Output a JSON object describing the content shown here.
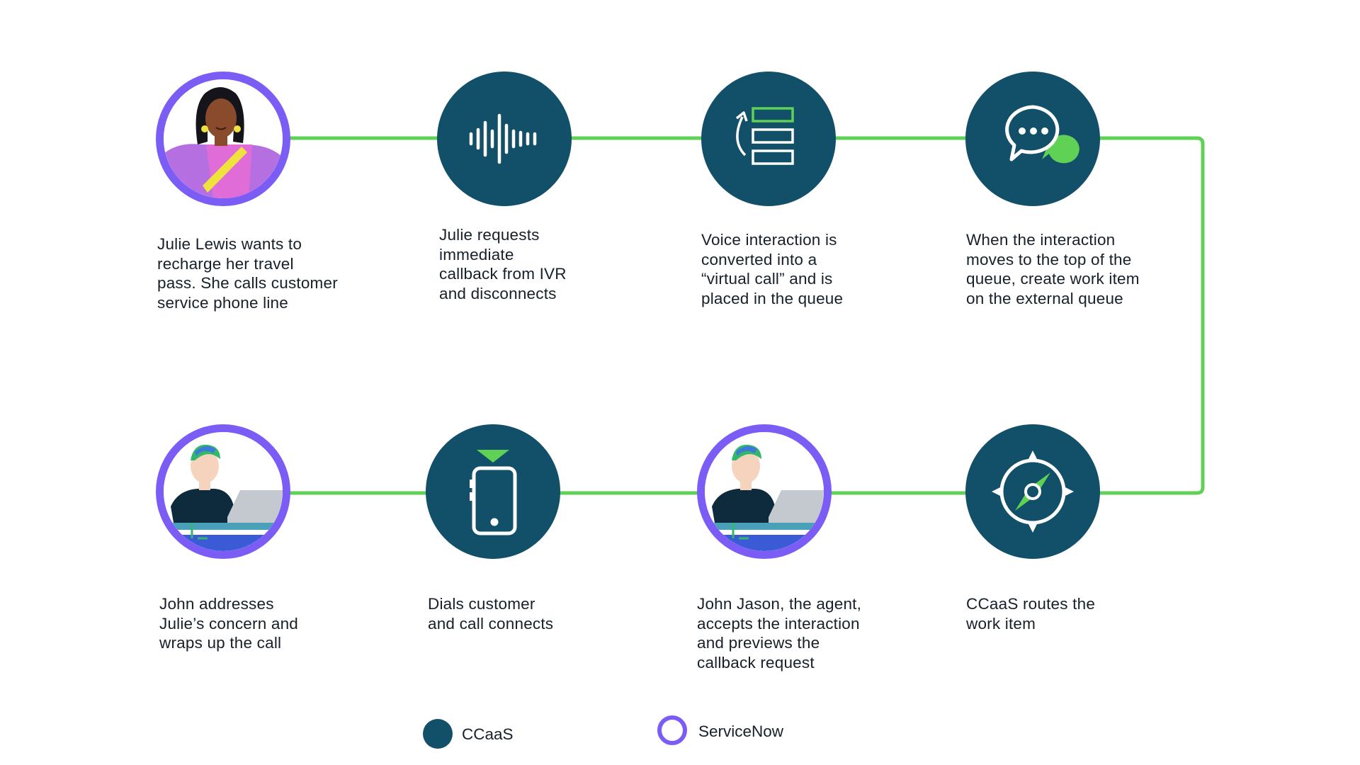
{
  "colors": {
    "ccaas": "#124f69",
    "servicenow": "#7b5cf5",
    "connector": "#5fd155"
  },
  "steps": [
    {
      "text": "Julie Lewis wants to\nrecharge her travel\npass. She calls customer\nservice phone line",
      "owner": "servicenow",
      "icon": "julie-avatar"
    },
    {
      "text": "Julie requests\nimmediate\ncallback from IVR\nand disconnects",
      "owner": "ccaas",
      "icon": "voice-waveform-icon"
    },
    {
      "text": "Voice interaction is\nconverted into a\n“virtual call” and is\nplaced in the queue",
      "owner": "ccaas",
      "icon": "queue-icon"
    },
    {
      "text": "When the interaction\nmoves to the top of the\nqueue, create work item\non the external queue",
      "owner": "ccaas",
      "icon": "chat-bubbles-icon"
    },
    {
      "text": "CCaaS routes the\nwork item",
      "owner": "ccaas",
      "icon": "compass-icon"
    },
    {
      "text": "John Jason, the agent,\naccepts the interaction\nand previews the\ncallback request",
      "owner": "servicenow",
      "icon": "agent-avatar"
    },
    {
      "text": "Dials customer\nand call connects",
      "owner": "ccaas",
      "icon": "smartphone-icon"
    },
    {
      "text": "John addresses\nJulie’s concern and\nwraps up the call",
      "owner": "servicenow",
      "icon": "agent-avatar"
    }
  ],
  "legend": [
    {
      "label": "CCaaS",
      "type": "ccaas"
    },
    {
      "label": "ServiceNow",
      "type": "servicenow"
    }
  ]
}
